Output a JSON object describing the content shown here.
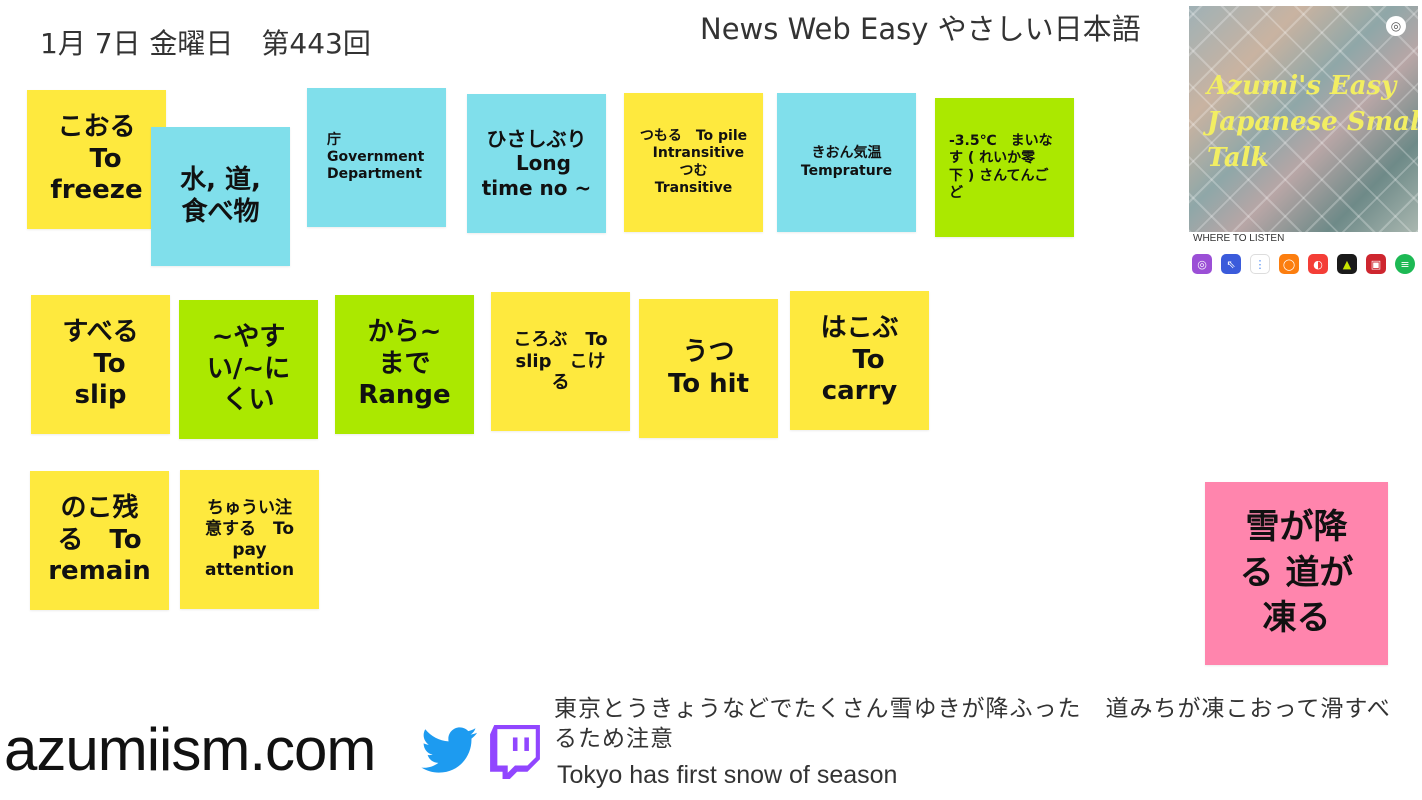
{
  "header": {
    "date": "1月 7日 金曜日　第443回",
    "title": "News Web Easy やさしい日本語"
  },
  "notes": {
    "n1": "こおる\n  To\nfreeze",
    "n2": "水, 道,\n食べ物",
    "n3": "庁\nGovernment\nDepartment",
    "n4": "ひさしぶり\n  Long\ntime no ~",
    "n5": "つもる　To pile\n  Intransitive\nつむ\nTransitive",
    "n6": "きおん気温\nTemprature",
    "n7": "-3.5℃　まいな\nす ( れいか零\n下 ) さんてんご\nど",
    "n8": "すべる\n  To\nslip",
    "n9": "~やす\nい/~に\nくい",
    "n10": "から~\nまで\nRange",
    "n11": "ころぶ　To\nslip　こけ\nる",
    "n12": "うつ\nTo hit",
    "n13": "はこぶ\n  To\ncarry",
    "n14": "のこ残\nる　To\nremain",
    "n15": "ちゅうい注\n意する　To\npay\nattention",
    "n16": "雪が降\nる 道が\n凍る"
  },
  "podcast": {
    "cover_title": "Azumi's Easy\nJapanese Small\nTalk",
    "where_to_listen": "WHERE TO LISTEN",
    "platforms": [
      {
        "name": "apple-podcasts-icon",
        "color": "#9b4fd6"
      },
      {
        "name": "anchor-icon",
        "color": "#3b5bdb"
      },
      {
        "name": "google-podcasts-icon",
        "color": "#ffffff"
      },
      {
        "name": "overcast-icon",
        "color": "#fc7e0f"
      },
      {
        "name": "pocket-casts-icon",
        "color": "#f43e37"
      },
      {
        "name": "castbox-icon",
        "color": "#1a1a1a"
      },
      {
        "name": "radiopublic-icon",
        "color": "#ce262f"
      },
      {
        "name": "spotify-icon",
        "color": "#1db954"
      }
    ]
  },
  "footer": {
    "site": "azumiism.com",
    "news_jp": "東京とうきょうなどでたくさん雪ゆきが降ふった　道みちが凍こおって滑すべるため注意",
    "news_en": "Tokyo has first snow of season"
  }
}
